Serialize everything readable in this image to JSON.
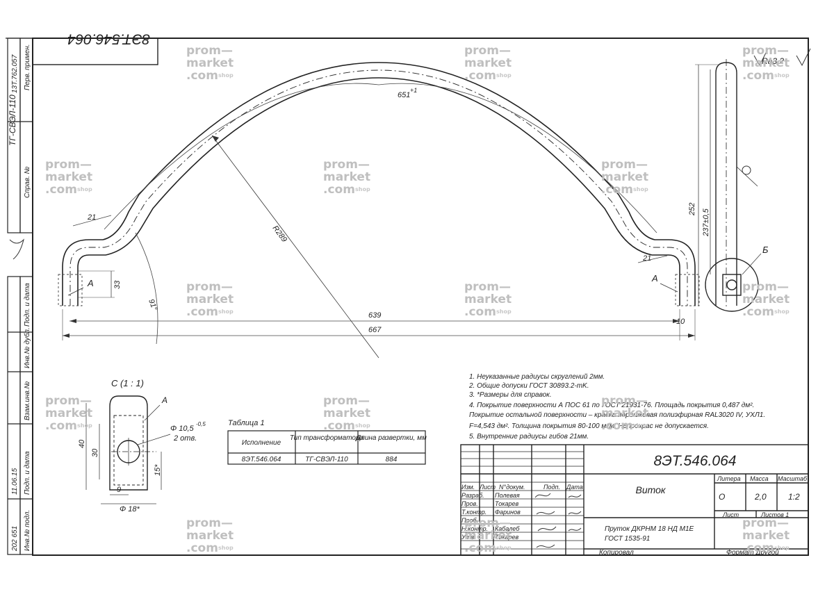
{
  "drawing": {
    "designation": "8ЭТ.546.064",
    "name": "Виток",
    "material_line1": "Пруток ДКРНМ 18 НД М1Е",
    "material_line2": "ГОСТ 1535-91",
    "copied": "Копировал",
    "format": "Формат Другой",
    "side_top_stamp": "ТГ-СВЭЛ-110",
    "side_first_use": "13Т.762.057",
    "roughness": "Ra3,2",
    "paint_symbol": "Ϥ"
  },
  "side_labels": {
    "perv_primen": "Перв. примен.",
    "sprav": "Справ. №",
    "podp_data1": "Подп. и дата",
    "inv_dubl": "Инв.№ дубл.",
    "vzam_inv": "Взам.инв.№",
    "podp_data2": "Подп. и дата",
    "inv_podl": "Инв.№ подл.",
    "inv_number": "202 651",
    "sign_date": "11.06.15"
  },
  "dimensions": {
    "r289": "R289",
    "d651": "651",
    "d651_tol": "+1",
    "d21_left": "21",
    "d21_right": "21",
    "d33": "33",
    "d639": "639",
    "d667": "667",
    "d10": "10",
    "angle": "91°",
    "d252": "252",
    "d237": "237±0,5",
    "label_a_left": "А",
    "label_a_right": "А",
    "label_b": "Б"
  },
  "detail_view": {
    "title": "С (1 : 1)",
    "label_a": "А",
    "hole_dia": "Φ 10,5",
    "hole_tol": "-0,5",
    "hole_count": "2 отв.",
    "d40": "40",
    "d30": "30",
    "d15": "15*",
    "d9": "9",
    "d18": "Φ 18*"
  },
  "table": {
    "caption": "Таблица 1",
    "headers": [
      "Исполнение",
      "Тип трансформатора",
      "Длина развертки, мм"
    ],
    "row": [
      "8ЭТ.546.064",
      "ТГ-СВЭЛ-110",
      "884"
    ]
  },
  "notes": [
    "1.    Неуказанные радиусы скруглений 2мм.",
    "2.    Общие допуски ГОСТ 30893.2-mK.",
    "3.    *Размеры для справок.",
    "4.    Покрытие поверхности А ПОС 61 по ГОСТ 21931-76. Площадь покрытия 0,487 дм².",
    "Покрытие остальной поверхности – краска порошковая полиэфирная RAL3020 IV, УХЛ1.",
    "F=4,543 дм². Толщина покрытия 80-100 мкм. Непрокрас не допускается.",
    "5.    Внутренние радиусы гибов 21мм."
  ],
  "title_block": {
    "col_izm": "Изм.",
    "col_list": "Лист",
    "col_docnum": "N°докум.",
    "col_podp": "Подп.",
    "col_data": "Дата",
    "roles": [
      "Разраб.",
      "Пров.",
      "Т.контр.",
      "Проб.",
      "Н.контр.",
      "Утв."
    ],
    "people": [
      "Полевая",
      "Токарев",
      "Фаринов",
      "",
      "Кабалеб",
      "Токарев"
    ],
    "litera_label": "Литера",
    "massa_label": "Масса",
    "masshtab_label": "Масштаб",
    "litera_value": "О",
    "massa_value": "2,0",
    "masshtab_value": "1:2",
    "sheet_label": "Лист",
    "sheets_label": "Листов  1"
  },
  "watermark": {
    "line1": "prom—",
    "line2": "market",
    "line3": ".com",
    "suffix": "shop"
  }
}
